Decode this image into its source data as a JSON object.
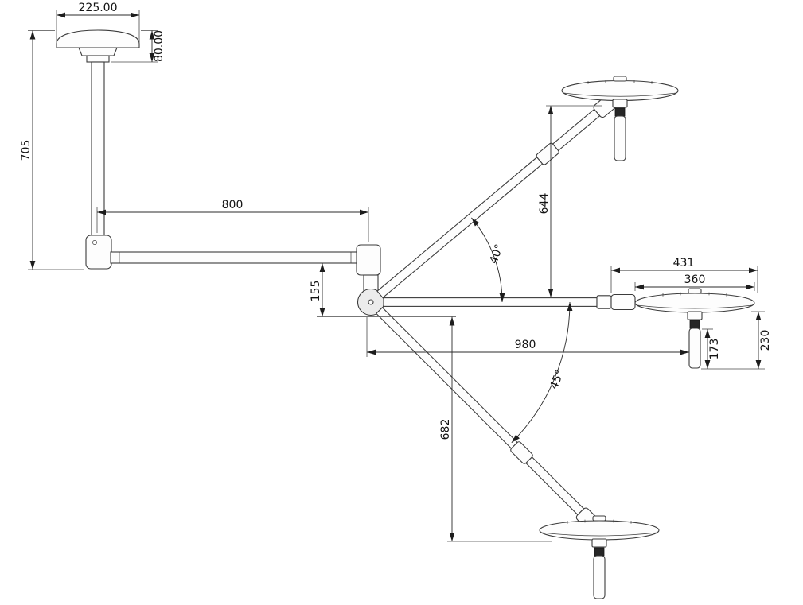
{
  "drawing": {
    "dims": {
      "canopy_width": "225.00",
      "canopy_height": "80.00",
      "suspension_height": "705",
      "main_arm_length": "800",
      "hub_drop": "155",
      "upper_head_rise": "644",
      "upper_arm_angle": "40°",
      "head_overall_width": "431",
      "head_width": "360",
      "horizontal_reach": "980",
      "handle_length": "173",
      "head_with_handle_height": "230",
      "lower_head_drop": "682",
      "lower_arm_angle": "45°"
    }
  }
}
